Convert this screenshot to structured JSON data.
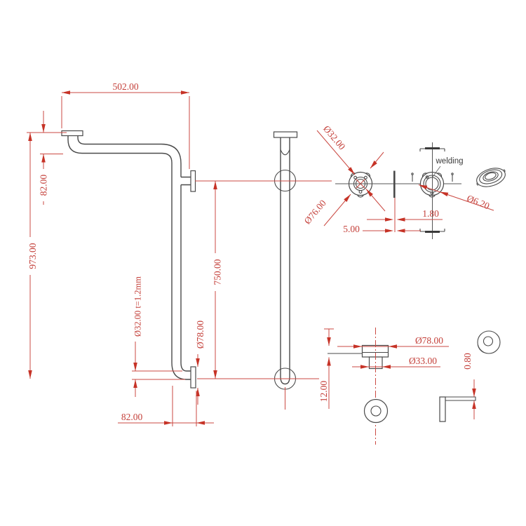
{
  "drawing": {
    "type": "technical-drawing",
    "subject": "L-shaped grab bar with wall flanges",
    "colors": {
      "dimension_red": "#c4403a",
      "outline_gray": "#4a4a4a",
      "background": "#ffffff"
    }
  },
  "labels": {
    "dim_top_width": "502.00",
    "dim_top_offset": "82.00",
    "dim_height": "973.00",
    "dim_tube_wall": "Ø32.00 t=1.2mm",
    "dim_flange_od_front": "Ø78.00",
    "dim_bottom_offset": "82.00",
    "dim_mount_span": "750.00",
    "dim_tube_od": "Ø32.00",
    "dim_plate_od": "Ø76.00",
    "weld_note": "welding",
    "dim_screw_hole": "Ø6.20",
    "dim_plate_thk": "1.80",
    "dim_stud": "5.00",
    "dim_cap_od": "Ø78.00",
    "dim_cap_id": "Ø33.00",
    "dim_cap_height": "12.00",
    "dim_sheet_thk": "0.80"
  }
}
